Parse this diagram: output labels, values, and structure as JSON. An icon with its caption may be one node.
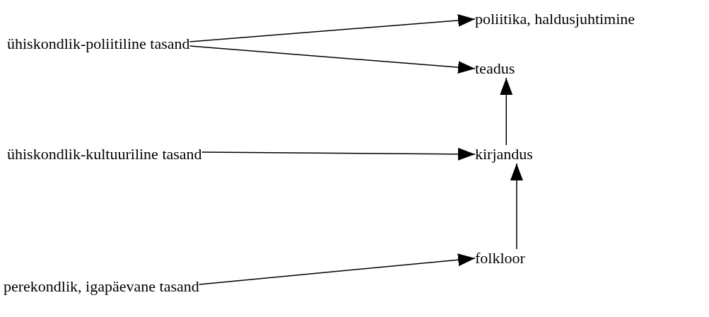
{
  "diagram": {
    "nodes": [
      {
        "text": [
          "ühiskondlik-poliitiline tasand"
        ]
      },
      {
        "text": [
          "poliitika, haldusjuhtimine"
        ]
      },
      {
        "text": [
          "teadus"
        ]
      },
      {
        "text": [
          "ühiskondlik-kultuuriline tasand"
        ]
      },
      {
        "text": [
          "kirjandus"
        ]
      },
      {
        "text": [
          "perekondlik, igapäevane tasand"
        ]
      },
      {
        "text": [
          "folkloor"
        ]
      }
    ],
    "edges": [
      {
        "from": 0,
        "to": 1,
        "arrow": "to"
      },
      {
        "from": 0,
        "to": 2,
        "arrow": "to"
      },
      {
        "from": 3,
        "to": 4,
        "arrow": "to"
      },
      {
        "from": 5,
        "to": 6,
        "arrow": "to"
      },
      {
        "from": 6,
        "to": 4,
        "arrow": "to"
      },
      {
        "from": 4,
        "to": 2,
        "arrow": "to"
      }
    ]
  }
}
